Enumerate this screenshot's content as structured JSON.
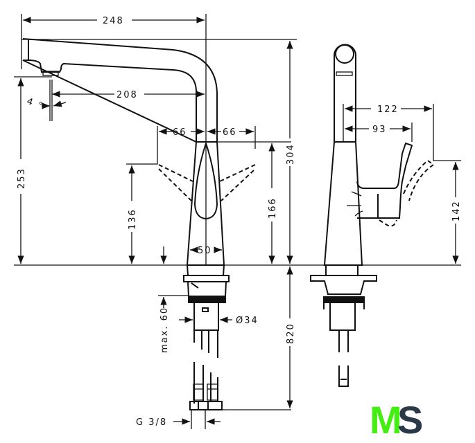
{
  "dimensions": {
    "spout_reach": "248",
    "spout_outlet_offset": "208",
    "outlet_height": "253",
    "total_height": "304",
    "handle_left": "66",
    "handle_right": "66",
    "handle_height_low": "136",
    "handle_height_high": "166",
    "base_width": "50",
    "spray_angle": "4 °",
    "max_counter_thickness": "max. 60",
    "shank_diameter": "Ø34",
    "hose_length": "820",
    "connection_thread": "G 3/8",
    "side_reach_max": "122",
    "side_reach_handle": "93",
    "side_handle_height": "142"
  },
  "logo": {
    "letter_m": "M",
    "letter_s": "S",
    "color_m": "#44ee11",
    "color_s": "#2b3848"
  }
}
